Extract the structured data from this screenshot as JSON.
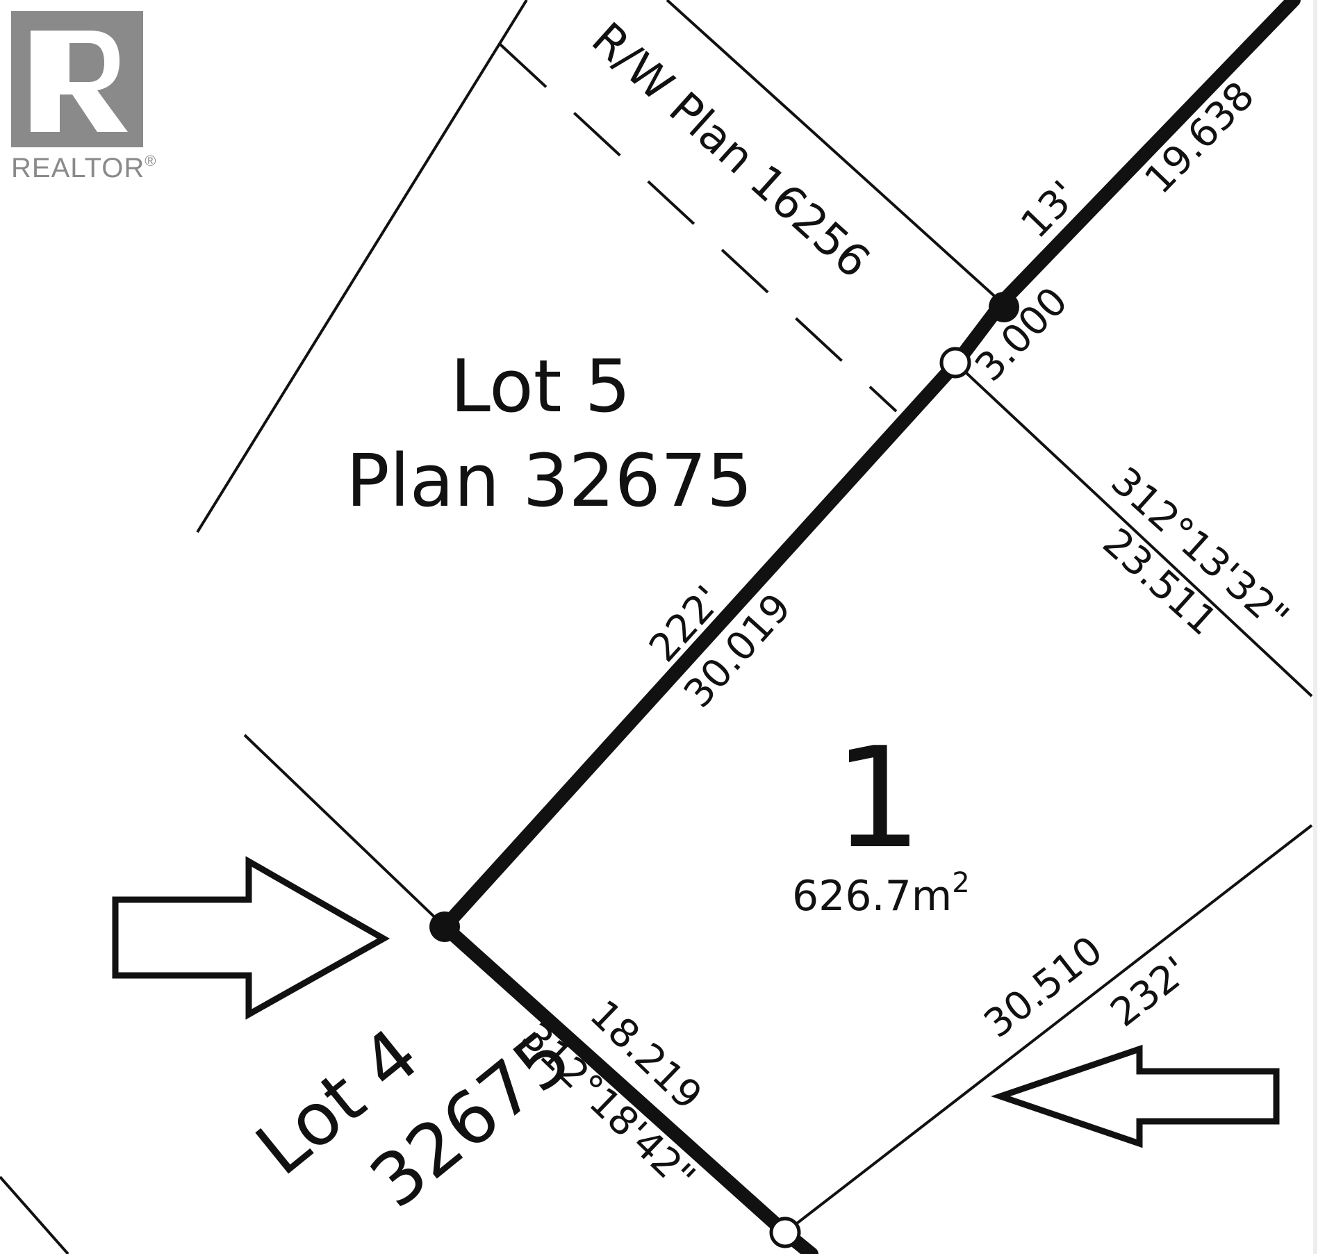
{
  "logo": {
    "brand": "REALTOR",
    "mark": "®",
    "color": "#8a8a8a"
  },
  "lots": {
    "lot5": {
      "line1": "Lot 5",
      "line2": "Plan 32675"
    },
    "lot4": {
      "line1": "Lot 4",
      "line2": "32675"
    },
    "subject": {
      "number": "1",
      "area": "626.7m",
      "area_sup": "2"
    }
  },
  "right_of_way": {
    "label": "R/W Plan 16256"
  },
  "dimensions": {
    "d19638": "19.638",
    "d13ft": "13'",
    "d3000": "3.000",
    "bearing_top": "312°13'32\"",
    "d23511": "23.511",
    "d222ft": "222'",
    "d30019": "30.019",
    "d30510": "30.510",
    "d232ft": "232'",
    "d18219": "18.219",
    "bearing_bottom": "312°18'42\""
  },
  "colors": {
    "line": "#111111",
    "background": "#ffffff"
  }
}
